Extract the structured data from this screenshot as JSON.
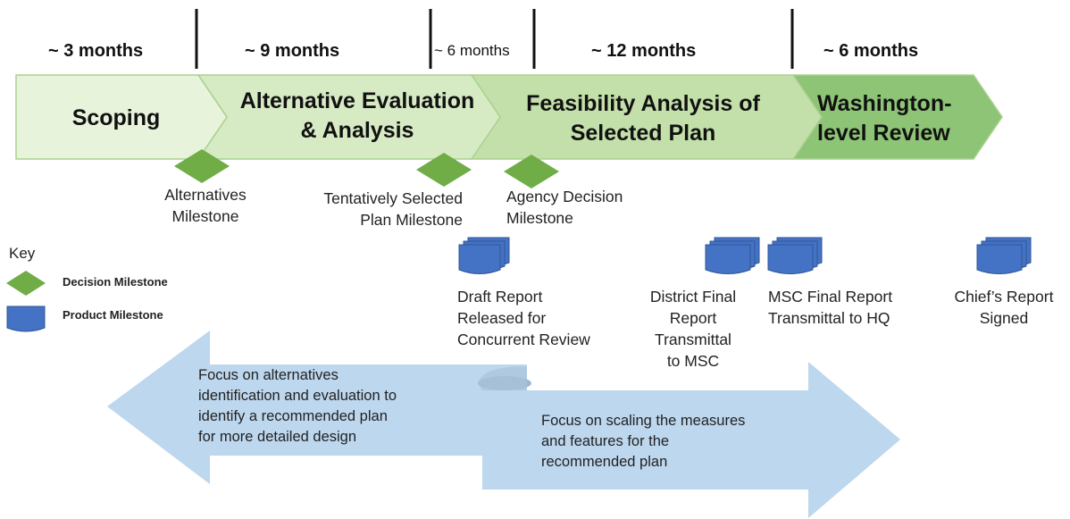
{
  "durations": [
    "~ 3 months",
    "~ 9 months",
    "~ 6 months",
    "~ 12 months",
    "~ 6 months"
  ],
  "phases": [
    "Scoping",
    "Alternative Evaluation\n& Analysis",
    "Feasibility Analysis of\nSelected Plan",
    "Washington-\nlevel Review"
  ],
  "decision_milestones": [
    "Alternatives\nMilestone",
    "Tentatively Selected\nPlan Milestone",
    "Agency Decision\nMilestone"
  ],
  "product_milestones": [
    "Draft Report\nReleased for\nConcurrent Review",
    "District Final\nReport\nTransmittal\nto MSC",
    "MSC Final Report\nTransmittal to HQ",
    "Chief’s Report\nSigned"
  ],
  "key": {
    "title": "Key",
    "decision": "Decision Milestone",
    "product": "Product Milestone"
  },
  "focus": {
    "left": "Focus on alternatives\nidentification and evaluation to\nidentify a recommended plan\nfor more detailed design",
    "right": "Focus on scaling the measures\nand features for the\nrecommended plan"
  },
  "colors": {
    "phase1": "#e8f3dc",
    "phase2": "#d6eac4",
    "phase3": "#c3e0aa",
    "phase4": "#8dc476",
    "phase_stroke": "#a9d18e",
    "diamond": "#70ad47",
    "product": "#4472c4",
    "product_stroke": "#2f5597",
    "focus_arrow": "#bdd7ee"
  }
}
